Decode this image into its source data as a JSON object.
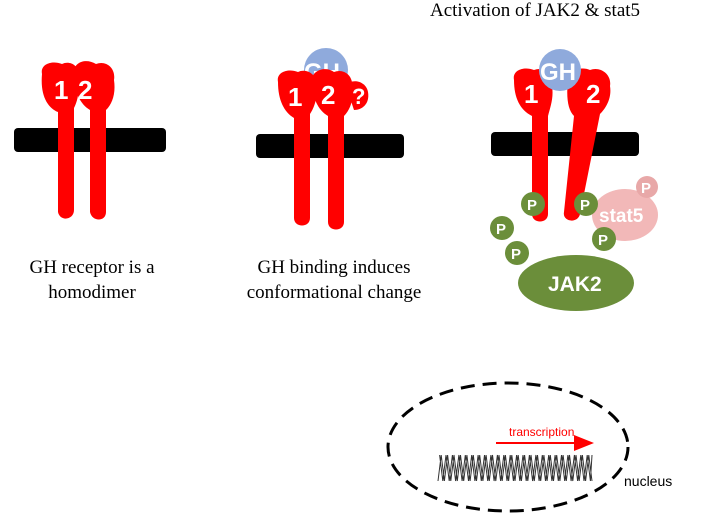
{
  "title": "Activation of JAK2 & stat5",
  "panels": [
    {
      "id": "panel-1",
      "caption_lines": [
        "GH receptor is a",
        "homodimer"
      ],
      "receptor_labels": [
        "1",
        "2"
      ]
    },
    {
      "id": "panel-2",
      "caption_lines": [
        "GH binding induces",
        "conformational change"
      ],
      "receptor_labels": [
        "1",
        "2",
        "?"
      ],
      "ligand_label": "GH"
    },
    {
      "id": "panel-3",
      "receptor_labels": [
        "1",
        "2"
      ],
      "ligand_label": "GH",
      "kinase_label": "JAK2",
      "stat_label": "stat5",
      "phospho_label": "P"
    }
  ],
  "nucleus": {
    "label": "nucleus",
    "transcription_label": "transcription"
  },
  "colors": {
    "receptor": "#ff0000",
    "membrane": "#000000",
    "ligand": "#8faadc",
    "jak2": "#6b8e3a",
    "phosphate": "#6b8e3a",
    "stat5": "#f2b8b8",
    "stat5_phosphate": "#e8a8a8",
    "arrow": "#ff0000"
  }
}
